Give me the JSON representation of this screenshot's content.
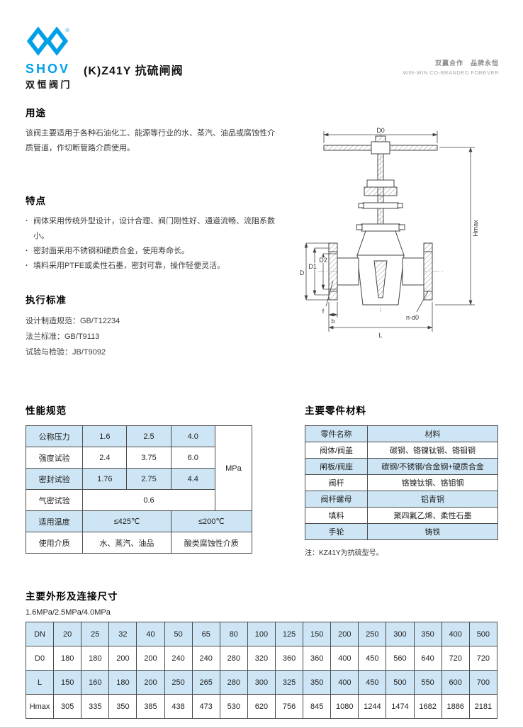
{
  "header": {
    "logo_text": "SHOV",
    "logo_sub": "双恒阀门",
    "title": "(K)Z41Y 抗硫闸阀",
    "slogan_cn": "双赢合作　品牌永恒",
    "slogan_en": "WIN-WIN CO-BRANDED FOREVER"
  },
  "usage": {
    "heading": "用途",
    "body": "该阀主要适用于各种石油化工、能源等行业的水、蒸汽、油品或腐蚀性介质管道，作切断管路介质使用。"
  },
  "features": {
    "heading": "特点",
    "items": [
      "阀体采用传统外型设计，设计合理、阀门刚性好、通道流畅、流阻系数小。",
      "密封面采用不锈钢和硬质合金，使用寿命长。",
      "填料采用PTFE或柔性石墨，密封可靠，操作轻便灵活。"
    ]
  },
  "standards": {
    "heading": "执行标准",
    "items": [
      "设计制造规范：GB/T12234",
      "法兰标准：GB/T9113",
      "试验与检验：JB/T9092"
    ]
  },
  "drawing": {
    "dim_labels": {
      "d0": "D0",
      "hmax": "Hmax",
      "d": "D",
      "d1": "D1",
      "d2": "D2",
      "n_d0": "n-d0",
      "f": "f",
      "b": "b",
      "l": "L"
    }
  },
  "performance": {
    "heading": "性能规范",
    "unit": "MPa",
    "rows": [
      {
        "label": "公称压力",
        "values": [
          "1.6",
          "2.5",
          "4.0"
        ]
      },
      {
        "label": "强度试验",
        "values": [
          "2.4",
          "3.75",
          "6.0"
        ]
      },
      {
        "label": "密封试验",
        "values": [
          "1.76",
          "2.75",
          "4.4"
        ]
      },
      {
        "label": "气密试验",
        "values": [
          "0.6"
        ]
      },
      {
        "label": "适用温度",
        "values": [
          "≤425℃",
          "≤200℃"
        ]
      },
      {
        "label": "使用介质",
        "values": [
          "水、蒸汽、油品",
          "酸类腐蚀性介质"
        ]
      }
    ]
  },
  "materials": {
    "heading": "主要零件材料",
    "columns": [
      "零件名称",
      "材料"
    ],
    "rows": [
      [
        "阀体/阀盖",
        "碳钢、铬镍钛钢、铬钼钢"
      ],
      [
        "闸板/阀座",
        "碳钢/不锈钢/合金钢+硬质合金"
      ],
      [
        "阀杆",
        "铬镍钛钢、铬钼钢"
      ],
      [
        "阀杆螺母",
        "铝青铜"
      ],
      [
        "填料",
        "聚四氟乙烯、柔性石墨"
      ],
      [
        "手轮",
        "铸铁"
      ]
    ],
    "note": "注：KZ41Y为抗硫型号。"
  },
  "dimensions": {
    "heading": "主要外形及连接尺寸",
    "subtitle": "1.6MPa/2.5MPa/4.0MPa",
    "rows": [
      {
        "label": "DN",
        "values": [
          "20",
          "25",
          "32",
          "40",
          "50",
          "65",
          "80",
          "100",
          "125",
          "150",
          "200",
          "250",
          "300",
          "350",
          "400",
          "500"
        ]
      },
      {
        "label": "D0",
        "values": [
          "180",
          "180",
          "200",
          "200",
          "240",
          "240",
          "280",
          "320",
          "360",
          "360",
          "400",
          "450",
          "560",
          "640",
          "720",
          "720"
        ]
      },
      {
        "label": "L",
        "values": [
          "150",
          "160",
          "180",
          "200",
          "250",
          "265",
          "280",
          "300",
          "325",
          "350",
          "400",
          "450",
          "500",
          "550",
          "600",
          "700"
        ]
      },
      {
        "label": "Hmax",
        "values": [
          "305",
          "335",
          "350",
          "385",
          "438",
          "473",
          "530",
          "620",
          "756",
          "845",
          "1080",
          "1244",
          "1474",
          "1682",
          "1886",
          "2181"
        ]
      }
    ]
  },
  "colors": {
    "brand_blue": "#00a0e9",
    "table_fill": "#cde5f4",
    "border": "#4d4d4d"
  }
}
